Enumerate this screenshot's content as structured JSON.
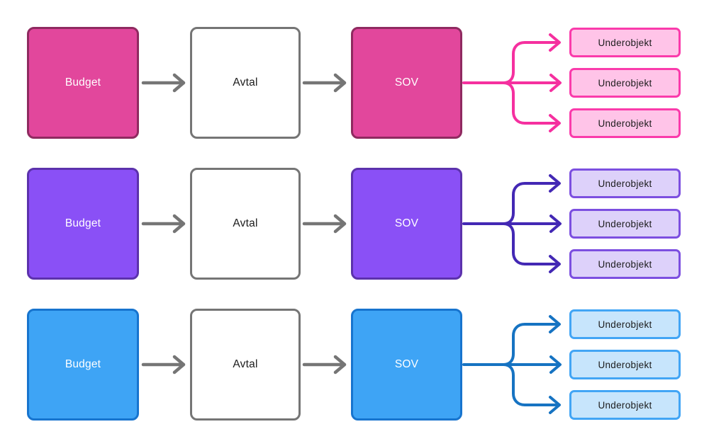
{
  "ui": {
    "background": "#FFFFFF",
    "arrow_color": "#757575",
    "avtal_fill": "#FFFFFF",
    "avtal_border": "#757575",
    "node_text_color": "#FFFFFF",
    "dark_text_color": "#1C1C1C"
  },
  "rows": [
    {
      "budget_label": "Budget",
      "avtal_label": "Avtal",
      "sov_label": "SOV",
      "sub_labels": [
        "Underobjekt",
        "Underobjekt",
        "Underobjekt"
      ],
      "colors": {
        "node_fill": "#E2479C",
        "node_border": "#8F2A60",
        "connector": "#F5309F",
        "sub_fill": "#FFC4E8",
        "sub_border": "#FA3BAB"
      }
    },
    {
      "budget_label": "Budget",
      "avtal_label": "Avtal",
      "sov_label": "SOV",
      "sub_labels": [
        "Underobjekt",
        "Underobjekt",
        "Underobjekt"
      ],
      "colors": {
        "node_fill": "#8A50F6",
        "node_border": "#5C32AC",
        "connector": "#4328B4",
        "sub_fill": "#DDD1FA",
        "sub_border": "#7C4FE0"
      }
    },
    {
      "budget_label": "Budget",
      "avtal_label": "Avtal",
      "sov_label": "SOV",
      "sub_labels": [
        "Underobjekt",
        "Underobjekt",
        "Underobjekt"
      ],
      "colors": {
        "node_fill": "#3EA4F5",
        "node_border": "#1774CE",
        "connector": "#1673C2",
        "sub_fill": "#C7E5FC",
        "sub_border": "#42A5F5"
      }
    }
  ]
}
